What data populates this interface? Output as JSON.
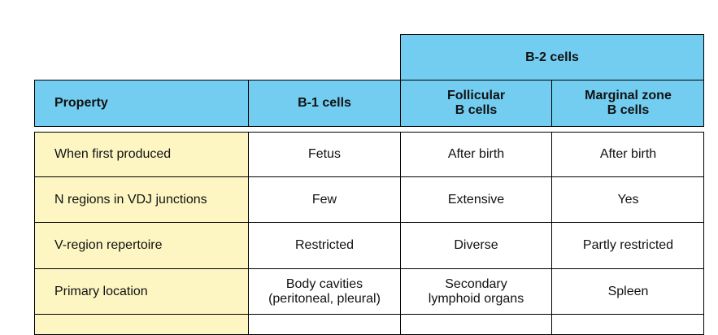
{
  "table": {
    "group_header": "B-2 cells",
    "headers": {
      "property": "Property",
      "b1": "B-1 cells",
      "follicular": "Follicular\nB cells",
      "marginal": "Marginal zone\nB cells"
    },
    "rows": [
      {
        "property": "When first produced",
        "b1": "Fetus",
        "follicular": "After birth",
        "marginal": "After birth"
      },
      {
        "property": "N regions in VDJ junctions",
        "b1": "Few",
        "follicular": "Extensive",
        "marginal": "Yes"
      },
      {
        "property": "V-region repertoire",
        "b1": "Restricted",
        "follicular": "Diverse",
        "marginal": "Partly restricted"
      },
      {
        "property": "Primary location",
        "b1": "Body cavities\n(peritoneal, pleural)",
        "follicular": "Secondary\nlymphoid organs",
        "marginal": "Spleen"
      }
    ]
  }
}
